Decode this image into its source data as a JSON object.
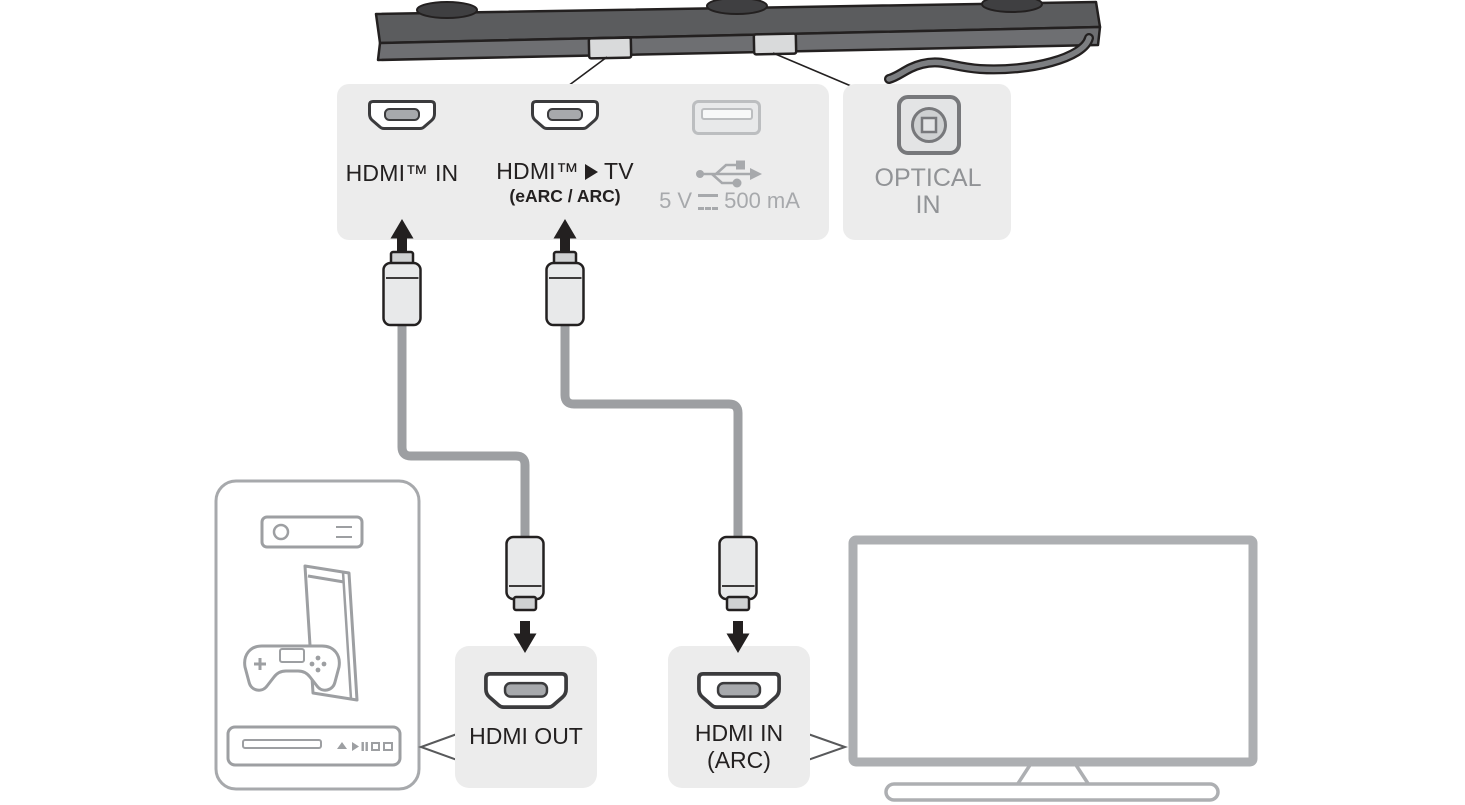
{
  "colors": {
    "panel_bg": "#ececec",
    "soundbar_body": "#5b5c5e",
    "soundbar_front": "#6e6f72",
    "outline": "#232020",
    "cable_gray": "#9d9fa2",
    "muted_text": "#a7a9ac",
    "optical_text": "#919396",
    "device_outline": "#9d9fa2",
    "tv_outline": "#adafb2"
  },
  "ports_panel": {
    "hdmi_in_label": "HDMI™ IN",
    "hdmi_tv_label_prefix": "HDMI™",
    "hdmi_tv_label_suffix": "TV",
    "hdmi_tv_sublabel": "(eARC / ARC)",
    "usb_voltage": "5 V",
    "usb_current": "500 mA"
  },
  "optical_panel": {
    "line1": "OPTICAL",
    "line2": "IN"
  },
  "hdmi_out_box": {
    "label": "HDMI OUT"
  },
  "hdmi_in_arc_box": {
    "line1": "HDMI IN",
    "line2": "(ARC)"
  }
}
